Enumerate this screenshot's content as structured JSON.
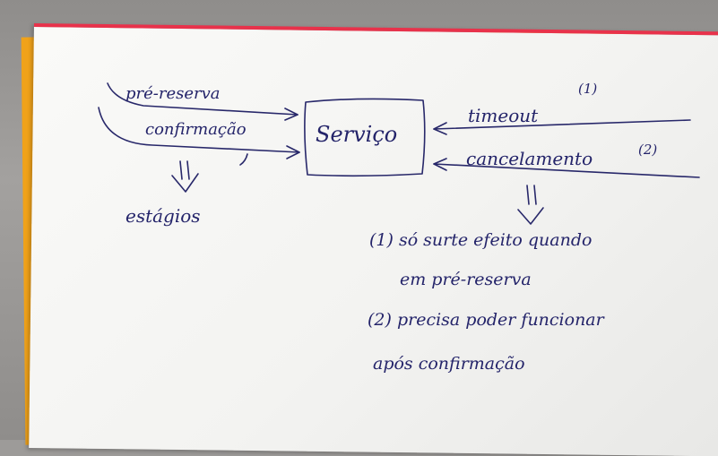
{
  "diagram": {
    "service_label": "Serviço",
    "inputs": [
      {
        "label": "pré-reserva"
      },
      {
        "label": "confirmação"
      }
    ],
    "events": [
      {
        "label": "timeout",
        "marker": "(1)"
      },
      {
        "label": "cancelamento",
        "marker": "(2)"
      }
    ],
    "stages_label": "estágios",
    "notes": [
      {
        "line1": "(1) só surte efeito quando",
        "line2": "em pré-reserva"
      },
      {
        "line1": "(2) precisa poder funcionar",
        "line2": "após confirmação"
      }
    ]
  }
}
